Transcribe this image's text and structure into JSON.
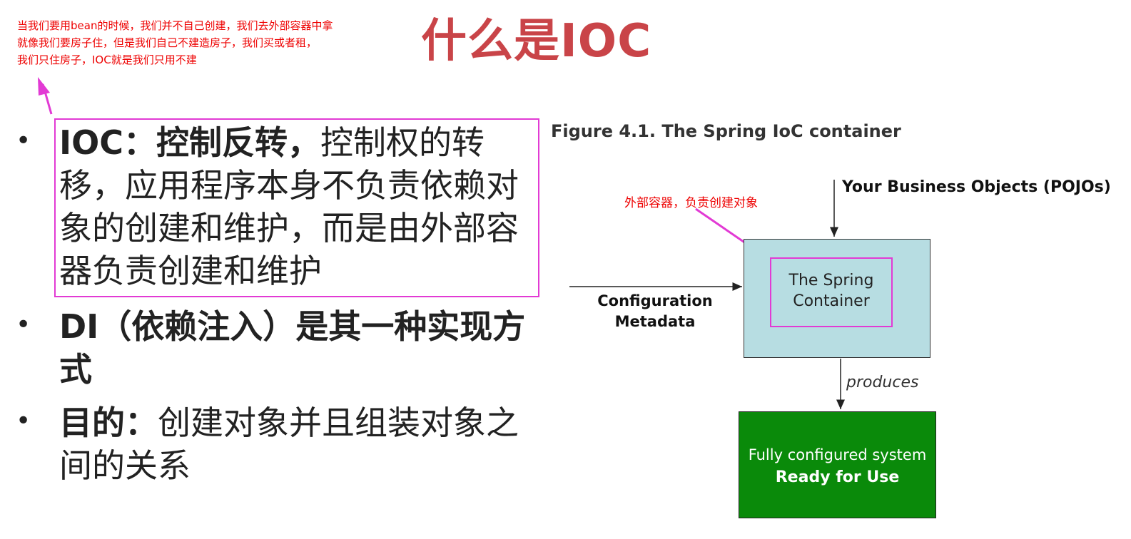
{
  "note_top": [
    "当我们要用bean的时候，我们并不自己创建，我们去外部容器中拿",
    "就像我们要房子住，但是我们自己不建造房子，我们买或者租，",
    "我们只住房子，IOC就是我们只用不建"
  ],
  "title": "什么是IOC",
  "bullets": [
    {
      "marker": "•",
      "bold": "IOC：控制反转，",
      "text": "控制权的转移，应用程序本身不负责依赖对象的创建和维护，而是由外部容器负责创建和维护"
    },
    {
      "marker": "•",
      "bold": "DI（依赖注入）是其一种实现方式",
      "text": ""
    },
    {
      "marker": "•",
      "bold": "目的：",
      "text": "创建对象并且组装对象之间的关系"
    }
  ],
  "figure": {
    "caption": "Figure 4.1. The Spring IoC container",
    "business_objects": "Your Business Objects (POJOs)",
    "container_note": "外部容器，负责创建对象",
    "spring_container": [
      "The Spring",
      "Container"
    ],
    "config_metadata": [
      "Configuration",
      "Metadata"
    ],
    "produces": "produces",
    "system_line1": "Fully configured system",
    "system_line2": "Ready for Use"
  },
  "colors": {
    "title": "#c94448",
    "annotation": "#ee0000",
    "highlight": "#e23ad4",
    "container_fill": "#b7dde2",
    "system_fill": "#0a8a0a"
  }
}
